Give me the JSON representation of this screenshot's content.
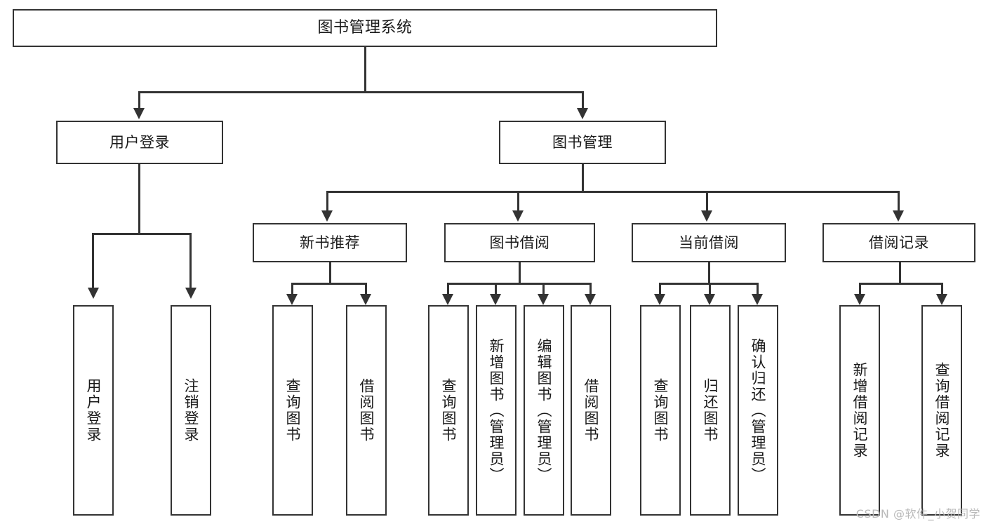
{
  "diagram": {
    "title": "图书管理系统",
    "type": "tree",
    "watermark": "CSDN @软件_小贺同学",
    "colors": {
      "stroke": "#333333",
      "background": "#ffffff",
      "text": "#1a1a1a",
      "watermark": "#b9b9b9"
    },
    "root": {
      "label": "图书管理系统"
    },
    "level2": [
      {
        "label": "用户登录"
      },
      {
        "label": "图书管理"
      }
    ],
    "level3": [
      {
        "label": "新书推荐"
      },
      {
        "label": "图书借阅"
      },
      {
        "label": "当前借阅"
      },
      {
        "label": "借阅记录"
      }
    ],
    "leaves": {
      "user_login": [
        {
          "label": "用户登录"
        },
        {
          "label": "注销登录"
        }
      ],
      "new_book_recommend": [
        {
          "label": "查询图书"
        },
        {
          "label": "借阅图书"
        }
      ],
      "book_borrow": [
        {
          "label": "查询图书"
        },
        {
          "label": "新增图书（管理员）"
        },
        {
          "label": "编辑图书（管理员）"
        },
        {
          "label": "借阅图书"
        }
      ],
      "current_borrow": [
        {
          "label": "查询图书"
        },
        {
          "label": "归还图书"
        },
        {
          "label": "确认归还（管理员）"
        }
      ],
      "borrow_records": [
        {
          "label": "新增借阅记录"
        },
        {
          "label": "查询借阅记录"
        }
      ]
    }
  }
}
